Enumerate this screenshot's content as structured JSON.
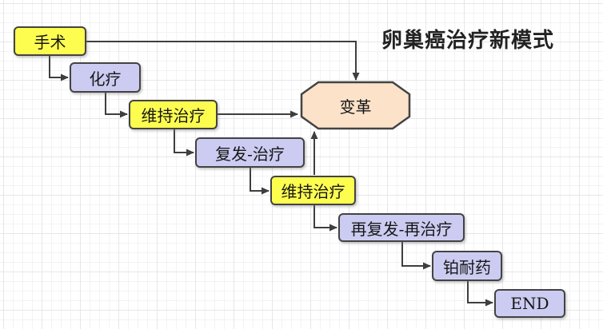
{
  "title": "卵巢癌治疗新模式",
  "nodes": {
    "surgery": {
      "label": "手术",
      "shape": "rounded-rect",
      "fill": "#FDFD50"
    },
    "chemo": {
      "label": "化疗",
      "shape": "rounded-rect",
      "fill": "#CCCCF2"
    },
    "maintenance1": {
      "label": "维持治疗",
      "shape": "rounded-rect",
      "fill": "#FDFD50"
    },
    "relapse": {
      "label": "复发-治疗",
      "shape": "rounded-rect",
      "fill": "#CCCCF2"
    },
    "maintenance2": {
      "label": "维持治疗",
      "shape": "rounded-rect",
      "fill": "#FDFD50"
    },
    "re_relapse": {
      "label": "再复发-再治疗",
      "shape": "rounded-rect",
      "fill": "#CCCCF2"
    },
    "platinum": {
      "label": "铂耐药",
      "shape": "rounded-rect",
      "fill": "#CCCCF2"
    },
    "end": {
      "label": "END",
      "shape": "rounded-rect",
      "fill": "#CCCCF2"
    },
    "change": {
      "label": "变革",
      "shape": "octagon",
      "fill": "#FBE2C8"
    }
  },
  "edges": [
    {
      "from": "surgery",
      "to": "change"
    },
    {
      "from": "surgery",
      "to": "chemo"
    },
    {
      "from": "chemo",
      "to": "maintenance1"
    },
    {
      "from": "maintenance1",
      "to": "change"
    },
    {
      "from": "maintenance1",
      "to": "relapse"
    },
    {
      "from": "relapse",
      "to": "maintenance2"
    },
    {
      "from": "maintenance2",
      "to": "change"
    },
    {
      "from": "maintenance2",
      "to": "re_relapse"
    },
    {
      "from": "re_relapse",
      "to": "platinum"
    },
    {
      "from": "platinum",
      "to": "end"
    }
  ],
  "colors": {
    "yellow_fill": "#FDFD50",
    "lavender_fill": "#CCCCF2",
    "peach_fill": "#FBE2C8",
    "node_border": "#434343",
    "connector": "#3E3E3E",
    "grid_minor": "#F3F3F5",
    "grid_major": "#E7E7EA",
    "canvas_bg": "#FFFFFF",
    "title_color": "#222222"
  }
}
